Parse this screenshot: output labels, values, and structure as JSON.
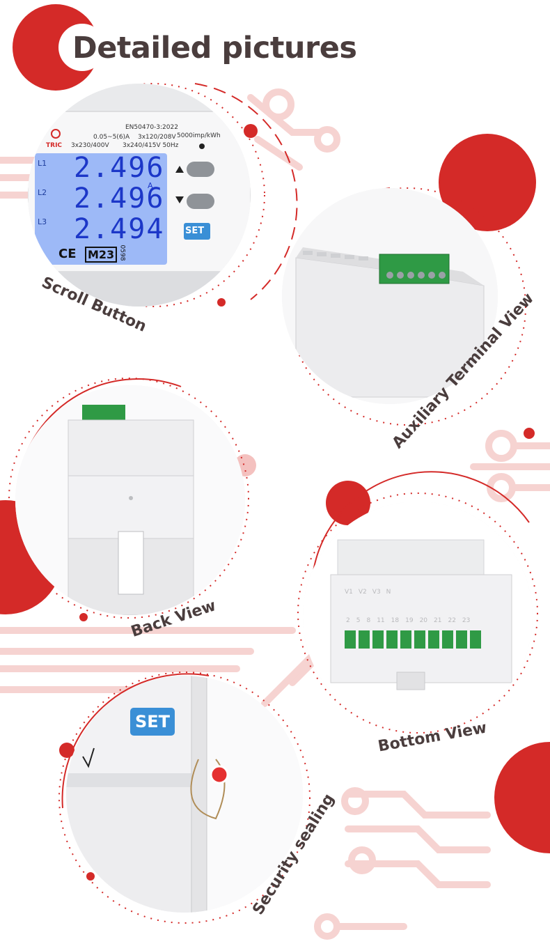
{
  "title": "Detailed pictures",
  "captions": {
    "scroll": "Scroll Button",
    "auxiliary": "Auxiliary Terminal View",
    "back": "Back View",
    "bottom": "Bottom View",
    "security": "Security sealing"
  },
  "meter": {
    "standard": "EN50470-3:2022",
    "current": "0.05~5(6)A",
    "voltage_a": "3x120/208V",
    "voltage_b": "3x230/400V",
    "voltage_c": "3x240/415V 50Hz",
    "impulse": "5000imp/kWh",
    "brand_fragment": "TRIC",
    "readings": [
      "2.496",
      "2.496",
      "2.494"
    ],
    "phases": [
      "L1",
      "L2",
      "L3"
    ],
    "unit": "A",
    "set_label": "SET",
    "mark": "M23",
    "mark_code": "0598"
  },
  "terminals": {
    "top_labels": [
      "V1",
      "V2",
      "V3",
      "N"
    ],
    "bottom_labels": [
      "2",
      "5",
      "8",
      "11",
      "18",
      "19",
      "20",
      "21",
      "22",
      "23"
    ]
  },
  "colors": {
    "accent": "#d42a28",
    "text": "#4a3d3d",
    "circuit": "#f6d3d1",
    "terminal_green": "#2f9a45",
    "lcd_blue": "#8fb0f5",
    "set_blue": "#3a8fd6"
  }
}
